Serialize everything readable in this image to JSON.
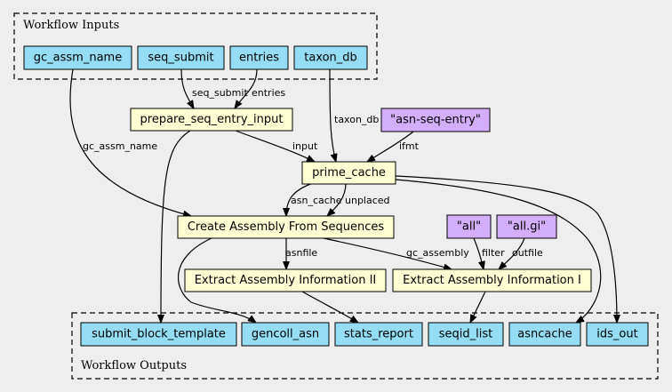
{
  "clusters": {
    "inputs_label": "Workflow Inputs",
    "outputs_label": "Workflow Outputs"
  },
  "nodes": {
    "gc_assm_name": "gc_assm_name",
    "seq_submit": "seq_submit",
    "entries": "entries",
    "taxon_db": "taxon_db",
    "prepare_seq_entry_input": "prepare_seq_entry_input",
    "asn_seq_entry": "\"asn-seq-entry\"",
    "prime_cache": "prime_cache",
    "create_assembly": "Create Assembly From Sequences",
    "all": "\"all\"",
    "all_gi": "\"all.gi\"",
    "extract_info_2": "Extract Assembly Information II",
    "extract_info_1": "Extract Assembly Information I",
    "submit_block_template": "submit_block_template",
    "gencoll_asn": "gencoll_asn",
    "stats_report": "stats_report",
    "seqid_list": "seqid_list",
    "asncache": "asncache",
    "ids_out": "ids_out"
  },
  "edge_labels": {
    "seq_submit": "seq_submit",
    "entries": "entries",
    "gc_assm_name": "gc_assm_name",
    "taxon_db": "taxon_db",
    "input": "input",
    "ifmt": "ifmt",
    "asn_cache": "asn_cache",
    "unplaced": "unplaced",
    "asnfile": "asnfile",
    "gc_assembly": "gc_assembly",
    "filter": "filter",
    "outfile": "outfile"
  }
}
